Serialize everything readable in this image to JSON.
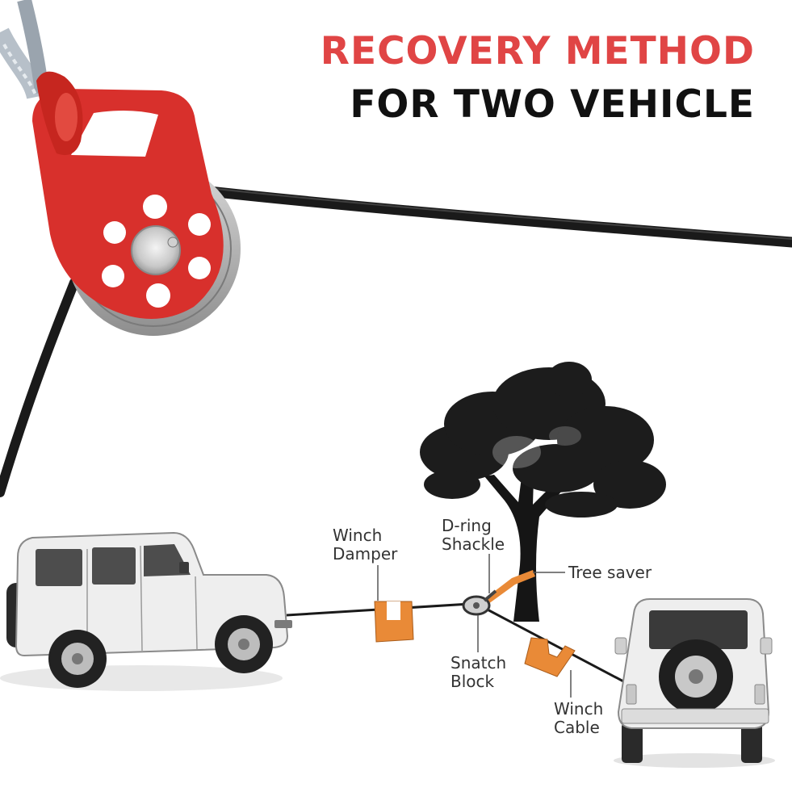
{
  "title": {
    "line1": "RECOVERY METHOD",
    "line2": "FOR TWO VEHICLE"
  },
  "labels": {
    "winch_damper": [
      "Winch",
      "Damper"
    ],
    "d_ring_shackle": [
      "D-ring",
      "Shackle"
    ],
    "tree_saver": "Tree saver",
    "snatch_block": [
      "Snatch",
      "Block"
    ],
    "winch_cable": [
      "Winch",
      "Cable"
    ]
  },
  "colors": {
    "title_accent": "#e04545",
    "title_dark": "#111111",
    "pulley_red": "#d8302c",
    "damper_orange": "#e98a37",
    "rope_black": "#1a1a1a",
    "vehicle_white": "#eeeeee"
  },
  "icons": [
    "snatch-block-pulley-icon",
    "tree-icon",
    "suv-side-icon",
    "suv-rear-icon",
    "winch-damper-icon"
  ]
}
